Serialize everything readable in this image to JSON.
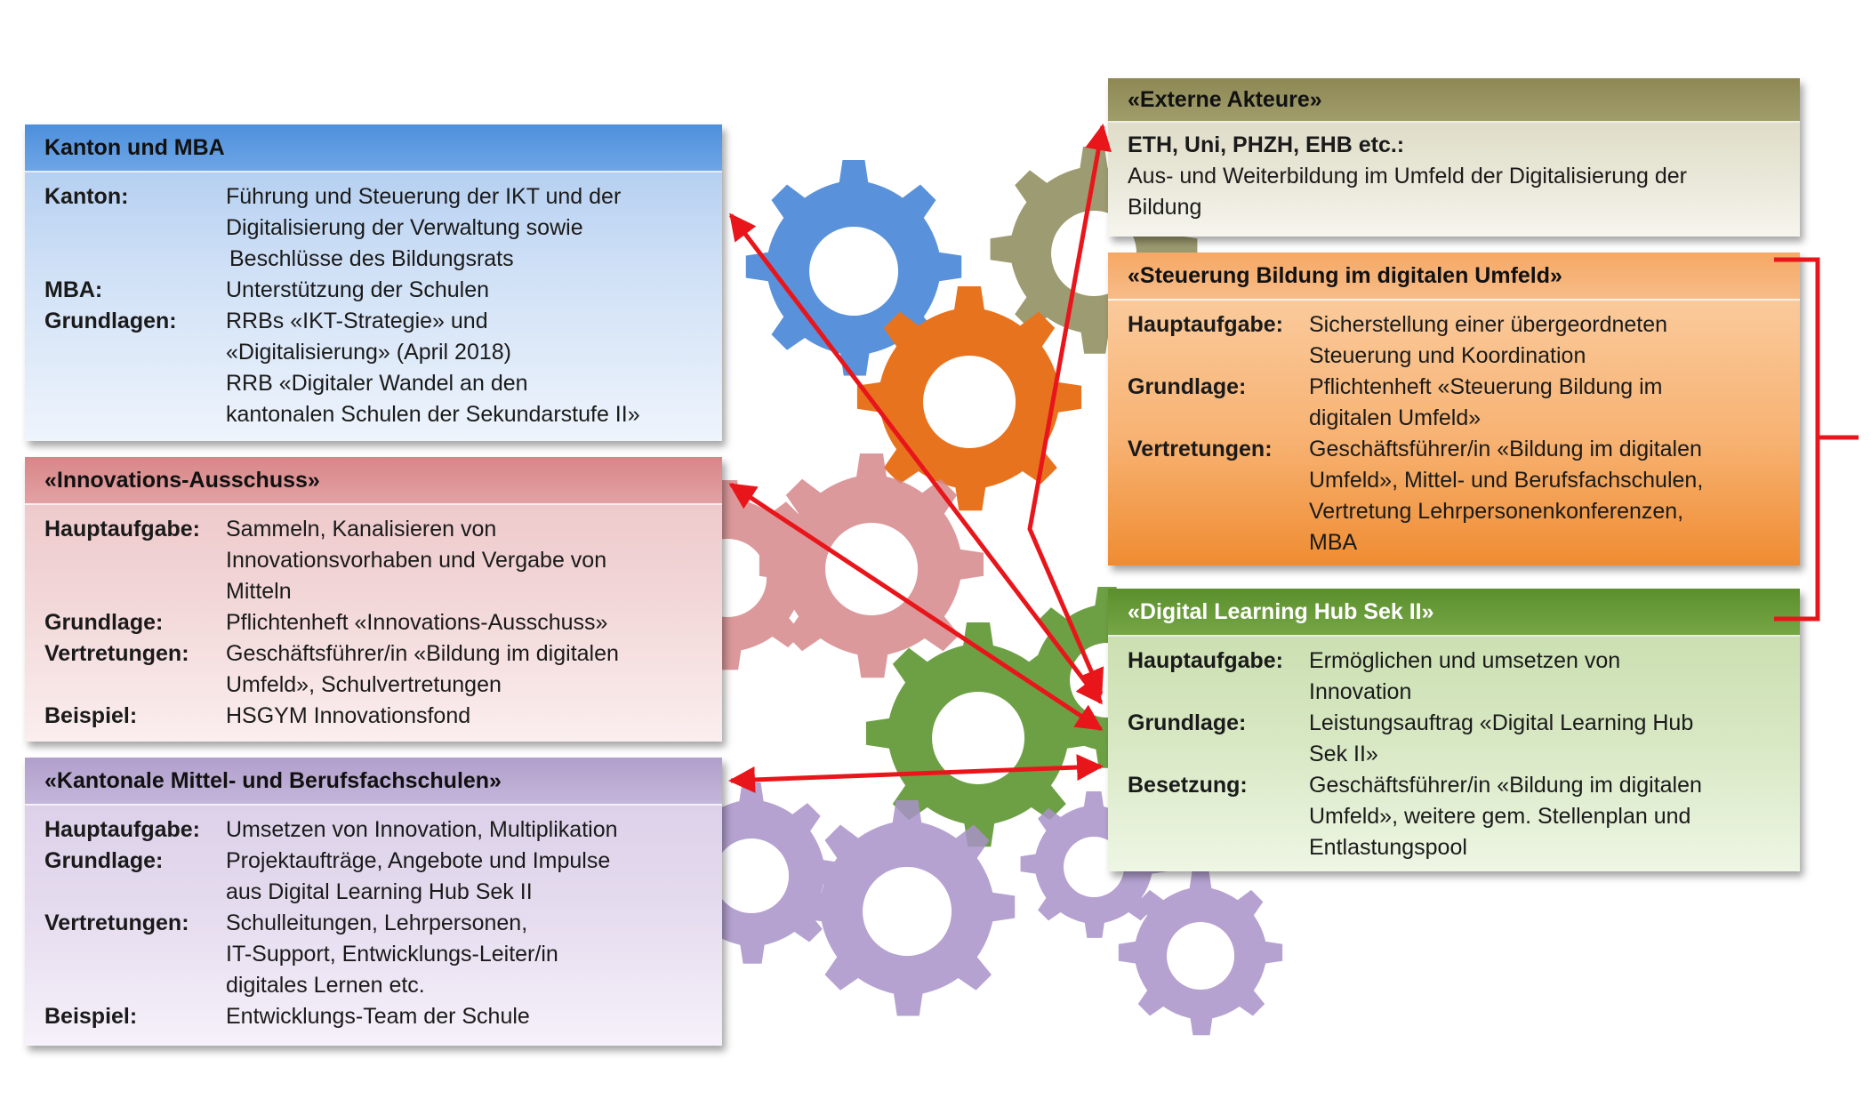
{
  "kanton": {
    "title": "Kanton und MBA",
    "r1_label": "Kanton:",
    "r1_l1": "Führung und Steuerung der IKT und der",
    "r1_l2": "Digitalisierung der Verwaltung sowie",
    "r1_l3": "Beschlüsse des Bildungsrats",
    "r2_label": "MBA:",
    "r2_l1": "Unterstützung der Schulen",
    "r3_label": "Grundlagen:",
    "r3_l1": "RRBs «IKT-Strategie» und",
    "r3_l2": "«Digitalisierung» (April 2018)",
    "r3_l3": "RRB «Digitaler Wandel an den",
    "r3_l4": "kantonalen Schulen der Sekundarstufe II»"
  },
  "innovation": {
    "title": "«Innovations-Ausschuss»",
    "r1_label": "Hauptaufgabe:",
    "r1_l1": "Sammeln, Kanalisieren von",
    "r1_l2": "Innovationsvorhaben und Vergabe von",
    "r1_l3": "Mitteln",
    "r2_label": "Grundlage:",
    "r2_l1": "Pflichtenheft «Innovations-Ausschuss»",
    "r3_label": "Vertretungen:",
    "r3_l1": "Geschäftsführer/in «Bildung im digitalen",
    "r3_l2": "Umfeld», Schulvertretungen",
    "r4_label": "Beispiel:",
    "r4_l1": "HSGYM Innovationsfond"
  },
  "mittel": {
    "title": "«Kantonale Mittel- und Berufsfachschulen»",
    "r1_label": "Hauptaufgabe:",
    "r1_l1": "Umsetzen von Innovation, Multiplikation",
    "r2_label": "Grundlage:",
    "r2_l1": "Projektaufträge, Angebote und Impulse",
    "r2_l2": "aus Digital Learning Hub Sek II",
    "r3_label": "Vertretungen:",
    "r3_l1": "Schulleitungen, Lehrpersonen,",
    "r3_l2": "IT-Support, Entwicklungs-Leiter/in",
    "r3_l3": "digitales Lernen etc.",
    "r4_label": "Beispiel:",
    "r4_l1": "Entwicklungs-Team der Schule"
  },
  "externe": {
    "title": "«Externe Akteure»",
    "l1": "ETH, Uni, PHZH, EHB etc.:",
    "l2": "Aus- und Weiterbildung im Umfeld der Digitalisierung der",
    "l3": "Bildung"
  },
  "steuerung": {
    "title": "«Steuerung Bildung im digitalen Umfeld»",
    "r1_label": "Hauptaufgabe:",
    "r1_l1": "Sicherstellung einer übergeordneten",
    "r1_l2": "Steuerung und Koordination",
    "r2_label": "Grundlage:",
    "r2_l1": "Pflichtenheft «Steuerung Bildung im",
    "r2_l2": "digitalen Umfeld»",
    "r3_label": "Vertretungen:",
    "r3_l1": "Geschäftsführer/in «Bildung im digitalen",
    "r3_l2": "Umfeld», Mittel- und Berufsfachschulen,",
    "r3_l3": "Vertretung Lehrpersonenkonferenzen,",
    "r3_l4": "MBA"
  },
  "hub": {
    "title": "«Digital Learning Hub Sek II»",
    "r1_label": "Hauptaufgabe:",
    "r1_l1": "Ermöglichen und umsetzen von",
    "r1_l2": "Innovation",
    "r2_label": "Grundlage:",
    "r2_l1": "Leistungsauftrag «Digital Learning Hub",
    "r2_l2": "Sek II»",
    "r3_label": "Besetzung:",
    "r3_l1": "Geschäftsführer/in «Bildung im digitalen",
    "r3_l2": "Umfeld», weitere gem. Stellenplan und",
    "r3_l3": "Entlastungspool"
  },
  "colors": {
    "arrow": "#e8161b",
    "gear_blue": "#3d7fd4",
    "gear_orange": "#e8731e",
    "gear_olive": "#7d7a42",
    "gear_red": "#d7888b",
    "gear_green": "#5e9631",
    "gear_purple": "#a892c8"
  }
}
